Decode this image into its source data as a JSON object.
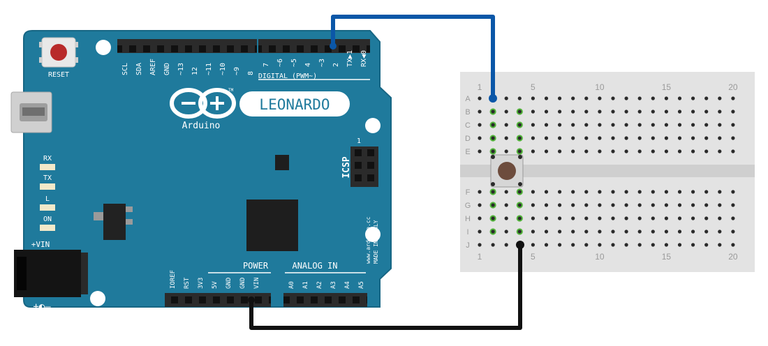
{
  "board": {
    "reset_label": "RESET",
    "brand_name": "LEONARDO",
    "brand_sub": "Arduino",
    "tm": "TM",
    "digital_header_label": "DIGITAL (PWM~)",
    "digital_pins_left": [
      "SCL",
      "SDA",
      "AREF",
      "GND",
      "~13",
      "12",
      "~11",
      "~10",
      "~9",
      "8"
    ],
    "digital_pins_right": [
      "7",
      "~6",
      "~5",
      "4",
      "~3",
      "2",
      "TX▶1",
      "RX◀0"
    ],
    "icsp_label": "ICSP",
    "icsp_pin1": "1",
    "leds": [
      "RX",
      "TX",
      "L",
      "ON"
    ],
    "vin_label": "+VIN",
    "power_label": "POWER",
    "analog_label": "ANALOG IN",
    "power_pins": [
      "IOREF",
      "RST",
      "3V3",
      "5V",
      "GND",
      "GND",
      "VIN"
    ],
    "analog_pins": [
      "A0",
      "A1",
      "A2",
      "A3",
      "A4",
      "A5"
    ],
    "url_text": "www.arduino.cc",
    "made_in": "MADE IN ITALY",
    "polarity_text": "+◐–",
    "colors": {
      "board": "#1f7a9c",
      "board_edge": "#176684",
      "header": "#2b2b2b",
      "chip": "#1e1e1e",
      "reset_button": "#b82a2a"
    }
  },
  "breadboard": {
    "col_numbers": [
      "1",
      "5",
      "10",
      "15",
      "20"
    ],
    "rows_top": [
      "A",
      "B",
      "C",
      "D",
      "E"
    ],
    "rows_bottom": [
      "F",
      "G",
      "H",
      "I",
      "J"
    ],
    "colors": {
      "body": "#e3e3e3",
      "hole": "#2a2a2a",
      "highlight": "#53b63b",
      "button_cap": "#6d4c3d"
    }
  },
  "wires": [
    {
      "name": "blue-wire",
      "from": "digital pin 2",
      "to": "breadboard row A column 2",
      "color": "#0b57a8"
    },
    {
      "name": "black-wire",
      "from": "GND",
      "to": "breadboard row J column 4",
      "color": "#111111"
    }
  ]
}
